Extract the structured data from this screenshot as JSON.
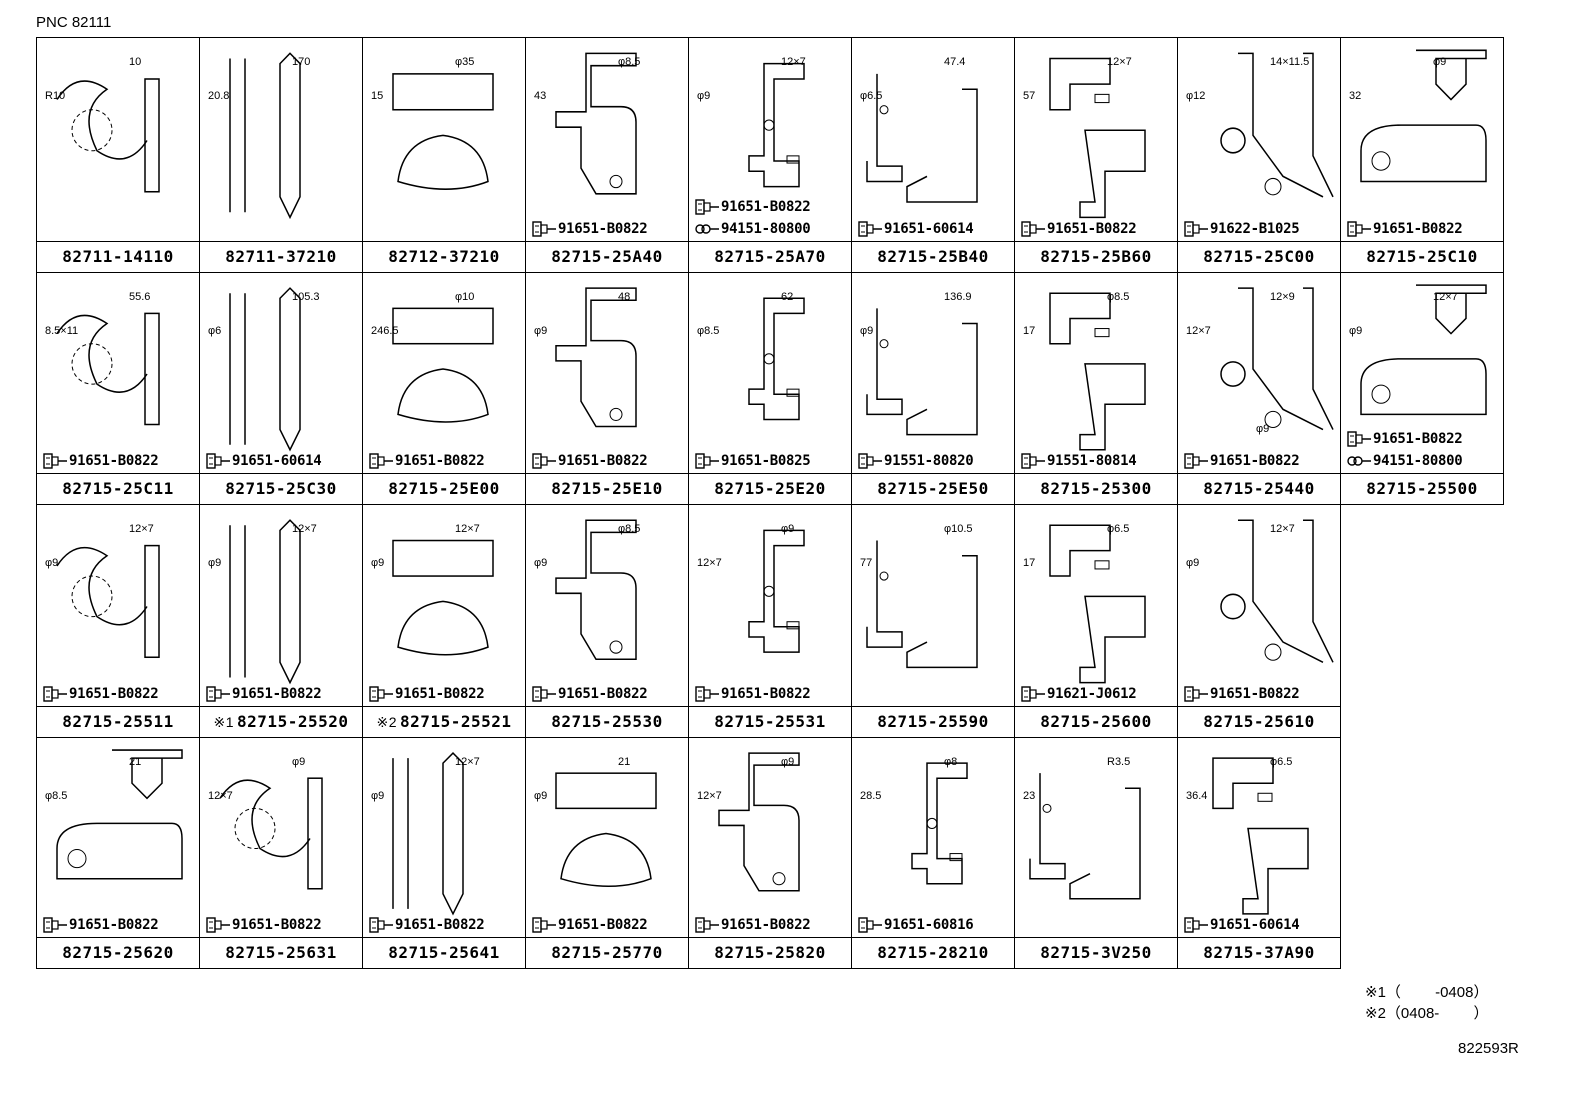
{
  "header": {
    "pnc": "PNC 82111"
  },
  "rows": [
    [
      {
        "pn": "82711-14110",
        "dims": [
          "R10",
          "10"
        ],
        "bolts": []
      },
      {
        "pn": "82711-37210",
        "dims": [
          "20.8",
          "170"
        ],
        "bolts": []
      },
      {
        "pn": "82712-37210",
        "dims": [
          "15",
          "φ35"
        ],
        "bolts": []
      },
      {
        "pn": "82715-25A40",
        "dims": [
          "43",
          "φ8.5"
        ],
        "bolts": [
          "91651-B0822"
        ]
      },
      {
        "pn": "82715-25A70",
        "dims": [
          "φ9",
          "12×7"
        ],
        "bolts": [
          "91651-B0822",
          "94151-80800"
        ]
      },
      {
        "pn": "82715-25B40",
        "dims": [
          "φ6.5",
          "47.4"
        ],
        "bolts": [
          "91651-60614"
        ]
      },
      {
        "pn": "82715-25B60",
        "dims": [
          "57",
          "12×7"
        ],
        "bolts": [
          "91651-B0822"
        ]
      },
      {
        "pn": "82715-25C00",
        "dims": [
          "φ12",
          "14×11.5"
        ],
        "bolts": [
          "91622-B1025"
        ]
      },
      {
        "pn": "82715-25C10",
        "dims": [
          "32",
          "φ9"
        ],
        "bolts": [
          "91651-B0822"
        ]
      }
    ],
    [
      {
        "pn": "82715-25C11",
        "dims": [
          "8.5×11",
          "55.6"
        ],
        "bolts": [
          "91651-B0822"
        ]
      },
      {
        "pn": "82715-25C30",
        "dims": [
          "φ6",
          "105.3"
        ],
        "bolts": [
          "91651-60614"
        ]
      },
      {
        "pn": "82715-25E00",
        "dims": [
          "246.5",
          "φ10"
        ],
        "bolts": [
          "91651-B0822"
        ]
      },
      {
        "pn": "82715-25E10",
        "dims": [
          "φ9",
          "48"
        ],
        "bolts": [
          "91651-B0822"
        ]
      },
      {
        "pn": "82715-25E20",
        "dims": [
          "φ8.5",
          "62"
        ],
        "bolts": [
          "91651-B0825"
        ]
      },
      {
        "pn": "82715-25E50",
        "dims": [
          "φ9",
          "136.9"
        ],
        "bolts": [
          "91551-80820"
        ]
      },
      {
        "pn": "82715-25300",
        "dims": [
          "17",
          "φ8.5"
        ],
        "bolts": [
          "91551-80814"
        ]
      },
      {
        "pn": "82715-25440",
        "dims": [
          "12×7",
          "12×9",
          "φ9"
        ],
        "bolts": [
          "91651-B0822"
        ]
      },
      {
        "pn": "82715-25500",
        "dims": [
          "φ9",
          "12×7"
        ],
        "bolts": [
          "91651-B0822",
          "94151-80800"
        ]
      }
    ],
    [
      {
        "pn": "82715-25511",
        "dims": [
          "φ9",
          "12×7"
        ],
        "bolts": [
          "91651-B0822"
        ]
      },
      {
        "pn": "82715-25520",
        "note": "※1",
        "dims": [
          "φ9",
          "12×7"
        ],
        "bolts": [
          "91651-B0822"
        ]
      },
      {
        "pn": "82715-25521",
        "note": "※2",
        "dims": [
          "φ9",
          "12×7"
        ],
        "bolts": [
          "91651-B0822"
        ]
      },
      {
        "pn": "82715-25530",
        "dims": [
          "φ9",
          "φ8.5"
        ],
        "bolts": [
          "91651-B0822"
        ]
      },
      {
        "pn": "82715-25531",
        "dims": [
          "12×7",
          "φ9"
        ],
        "bolts": [
          "91651-B0822"
        ]
      },
      {
        "pn": "82715-25590",
        "dims": [
          "77",
          "φ10.5"
        ],
        "bolts": []
      },
      {
        "pn": "82715-25600",
        "dims": [
          "17",
          "φ6.5"
        ],
        "bolts": [
          "91621-J0612"
        ]
      },
      {
        "pn": "82715-25610",
        "dims": [
          "φ9",
          "12×7"
        ],
        "bolts": [
          "91651-B0822"
        ]
      }
    ],
    [
      {
        "pn": "82715-25620",
        "dims": [
          "φ8.5",
          "21"
        ],
        "bolts": [
          "91651-B0822"
        ]
      },
      {
        "pn": "82715-25631",
        "dims": [
          "12×7",
          "φ9"
        ],
        "bolts": [
          "91651-B0822"
        ]
      },
      {
        "pn": "82715-25641",
        "dims": [
          "φ9",
          "12×7"
        ],
        "bolts": [
          "91651-B0822"
        ]
      },
      {
        "pn": "82715-25770",
        "dims": [
          "φ9",
          "21"
        ],
        "bolts": [
          "91651-B0822"
        ]
      },
      {
        "pn": "82715-25820",
        "dims": [
          "12×7",
          "φ9"
        ],
        "bolts": [
          "91651-B0822"
        ]
      },
      {
        "pn": "82715-28210",
        "dims": [
          "28.5",
          "φ8"
        ],
        "bolts": [
          "91651-60816"
        ]
      },
      {
        "pn": "82715-3V250",
        "dims": [
          "23",
          "R3.5"
        ],
        "bolts": []
      },
      {
        "pn": "82715-37A90",
        "dims": [
          "36.4",
          "φ6.5"
        ],
        "bolts": [
          "91651-60614"
        ]
      }
    ]
  ],
  "footnotes": [
    "※1（　　 -0408）",
    "※2（0408-　　 ）"
  ],
  "ref": "822593R"
}
